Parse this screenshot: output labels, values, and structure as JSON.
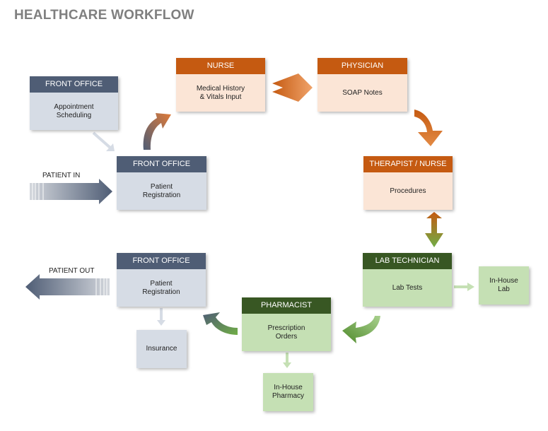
{
  "title": "HEALTHCARE WORKFLOW",
  "colors": {
    "navy": "#4f5d75",
    "light_blue_gray": "#d6dce5",
    "orange": "#c55a11",
    "light_orange": "#fbe5d6",
    "dark_green": "#385723",
    "light_green": "#c5e0b4",
    "light_green_arrow": "#70ad47"
  },
  "labels": {
    "patient_in": "PATIENT IN",
    "patient_out": "PATIENT OUT"
  },
  "nodes": {
    "front_office_top": {
      "role": "FRONT OFFICE",
      "task": "Appointment\nScheduling"
    },
    "front_office_registration_in": {
      "role": "FRONT OFFICE",
      "task": "Patient\nRegistration"
    },
    "nurse": {
      "role": "NURSE",
      "task": "Medical History\n& Vitals Input"
    },
    "physician": {
      "role": "PHYSICIAN",
      "task": "SOAP Notes"
    },
    "therapist_nurse": {
      "role": "THERAPIST / NURSE",
      "task": "Procedures"
    },
    "lab_technician": {
      "role": "LAB TECHNICIAN",
      "task": "Lab Tests"
    },
    "in_house_lab": {
      "task": "In-House\nLab"
    },
    "pharmacist": {
      "role": "PHARMACIST",
      "task": "Prescription\nOrders"
    },
    "in_house_pharmacy": {
      "task": "In-House\nPharmacy"
    },
    "front_office_registration_out": {
      "role": "FRONT OFFICE",
      "task": "Patient\nRegistration"
    },
    "insurance": {
      "task": "Insurance"
    }
  }
}
